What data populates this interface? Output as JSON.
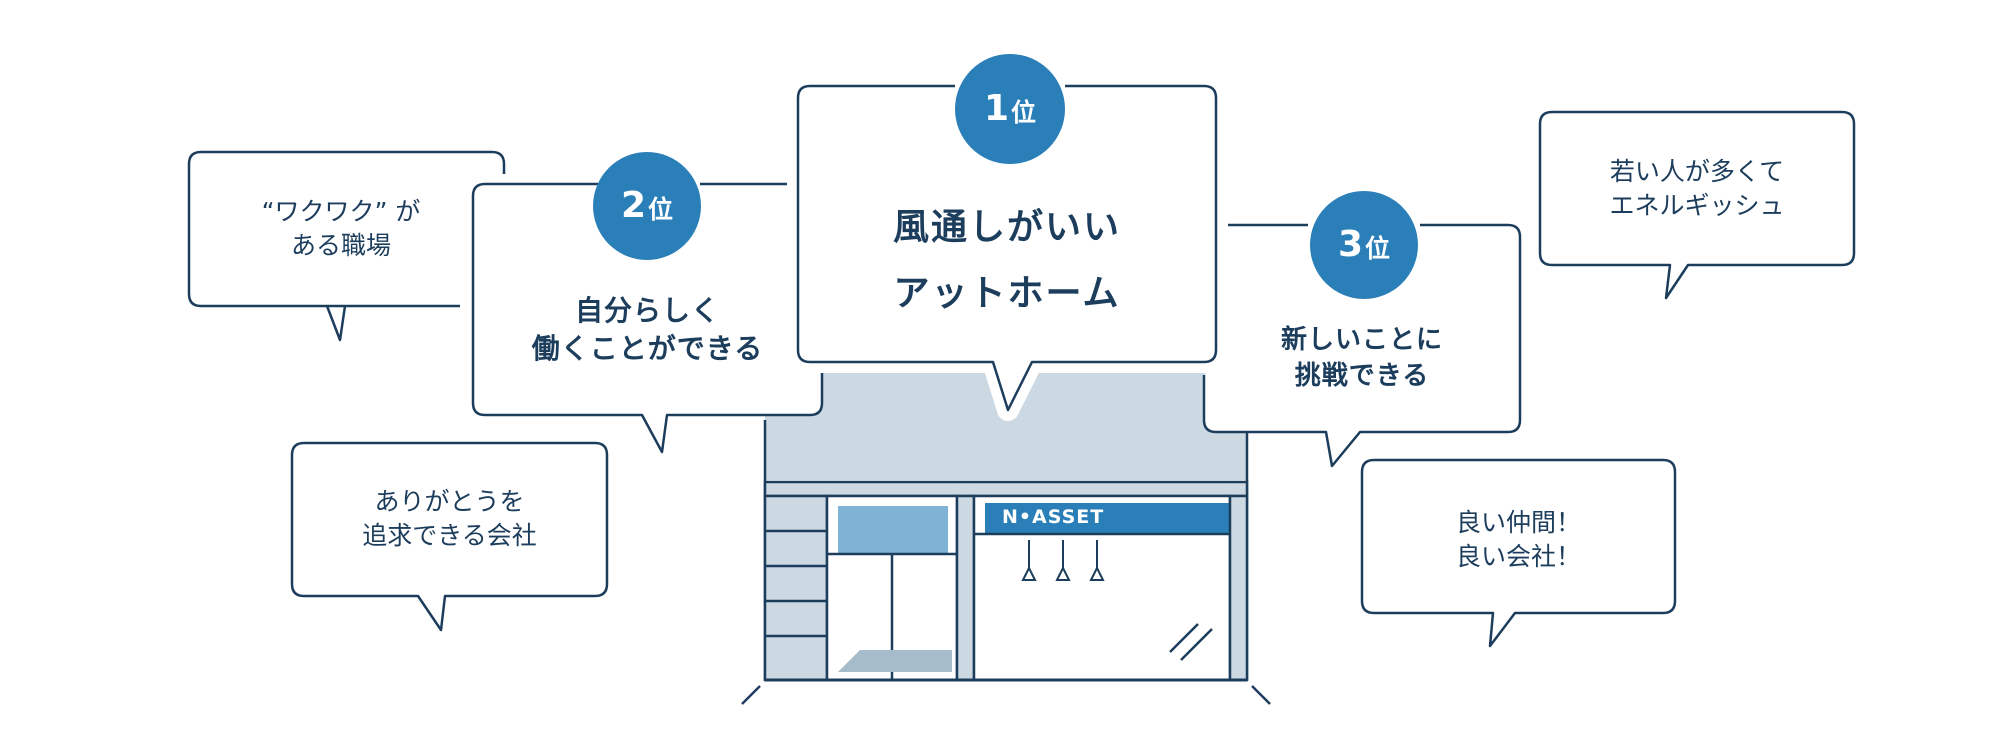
{
  "colors": {
    "stroke": "#1c3d5c",
    "accent": "#2b7fb8",
    "store_fill": "#cdd9e2",
    "window_fill": "#7fb3d5"
  },
  "rank1": {
    "number": "1",
    "suffix": "位",
    "line1": "風通しがいい",
    "line2": "アットホーム"
  },
  "rank2": {
    "number": "2",
    "suffix": "位",
    "line1": "自分らしく",
    "line2": "働くことができる"
  },
  "rank3": {
    "number": "3",
    "suffix": "位",
    "line1": "新しいことに",
    "line2": "挑戦できる"
  },
  "comments": {
    "wakuwaku": {
      "line1": "“ワクワク” が",
      "line2": "ある職場"
    },
    "arigatou": {
      "line1": "ありがとうを",
      "line2": "追求できる会社"
    },
    "wakai": {
      "line1": "若い人が多くて",
      "line2": "エネルギッシュ"
    },
    "yoi": {
      "line1": "良い仲間！",
      "line2": "良い会社！"
    }
  },
  "store": {
    "sign": "N•ASSET"
  }
}
